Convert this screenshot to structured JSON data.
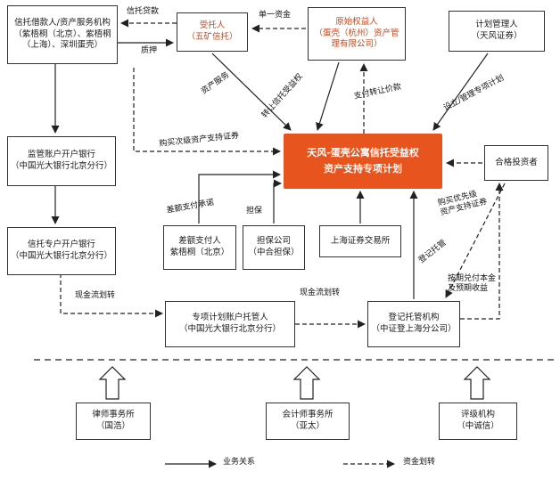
{
  "colors": {
    "plan_bg": "#e8541e",
    "accent": "#c44a1e",
    "line": "#222222"
  },
  "boxes": {
    "borrower": "信托借款人/资产服务机构（紫梧桐（北京）、紫梧桐（上海）、深圳蛋壳）",
    "trustee": "受托人\n（五矿信托）",
    "originator": "原始权益人\n（蛋壳（杭州）资产管理有限公司）",
    "plan_manager": "计划管理人\n（天风证券）",
    "supervision_bank": "监管账户开户银行\n（中国光大银行北京分行）",
    "trust_bank": "信托专户开户银行\n（中国光大银行北京分行）",
    "shortfall_payer": "差额支付人\n紫梧桐（北京）",
    "guarantor": "担保公司\n（中合担保）",
    "sse": "上海证券交易所",
    "plan": "天风-蛋壳公寓信托受益权\n资产支持专项计划",
    "investors": "合格投资者",
    "custodian": "专项计划账户托管人\n（中国光大银行北京分行）",
    "registrar": "登记托管机构\n（中证登上海分公司）",
    "law_firm": "律师事务所\n（国浩）",
    "accountant": "会计师事务所\n（亚太）",
    "rating_agency": "评级机构\n（中诚信）"
  },
  "labels": {
    "trust_loan": "信托贷款",
    "pledge": "质押",
    "single_fund": "单一资金",
    "asset_service": "资产服务",
    "transfer_rights": "转让信托受益权",
    "pay_price": "支付转让价款",
    "setup_manage": "设立/管理专项计划",
    "buy_sub": "购买次级资产支持证券",
    "shortfall_commit": "差额支付承诺",
    "guarantee": "担保",
    "buy_senior": "购买优先级\n资产支持证券",
    "registration": "登记托管",
    "cash_transfer_left": "现金流划转",
    "cash_transfer_right": "现金流划转",
    "repay": "按期兑付本金\n及预期收益"
  },
  "legend": {
    "solid": "业务关系",
    "dashed": "资金划转"
  }
}
